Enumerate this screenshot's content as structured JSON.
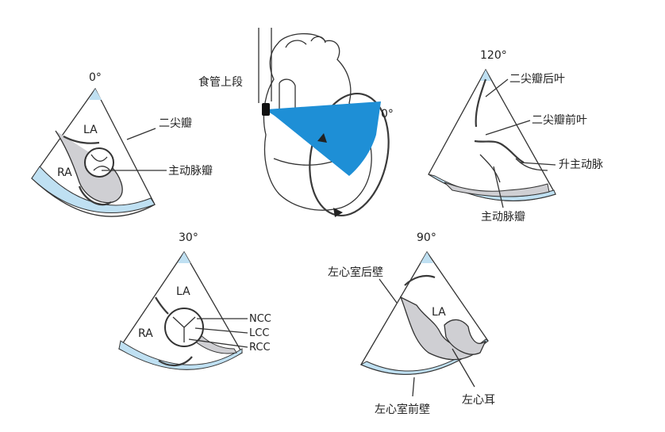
{
  "colors": {
    "blue": "#1e8fd6",
    "light_blue": "#bfe0f2",
    "gray": "#cfcfd3",
    "stroke": "#333333"
  },
  "center": {
    "probe_label": "食管上段",
    "angle_label": "0°"
  },
  "panel_0": {
    "angle": "0°",
    "la": "LA",
    "ra": "RA",
    "mitral": "二尖瓣",
    "aortic_valve": "主动脉瓣"
  },
  "panel_120": {
    "angle": "120°",
    "mitral_posterior": "二尖瓣后叶",
    "mitral_anterior": "二尖瓣前叶",
    "ascending_aorta": "升主动脉",
    "aortic_valve": "主动脉瓣"
  },
  "panel_30": {
    "angle": "30°",
    "la": "LA",
    "ra": "RA",
    "ncc": "NCC",
    "lcc": "LCC",
    "rcc": "RCC"
  },
  "panel_90": {
    "angle": "90°",
    "la": "LA",
    "lv_posterior": "左心室后壁",
    "lv_anterior": "左心室前壁",
    "laa": "左心耳"
  }
}
